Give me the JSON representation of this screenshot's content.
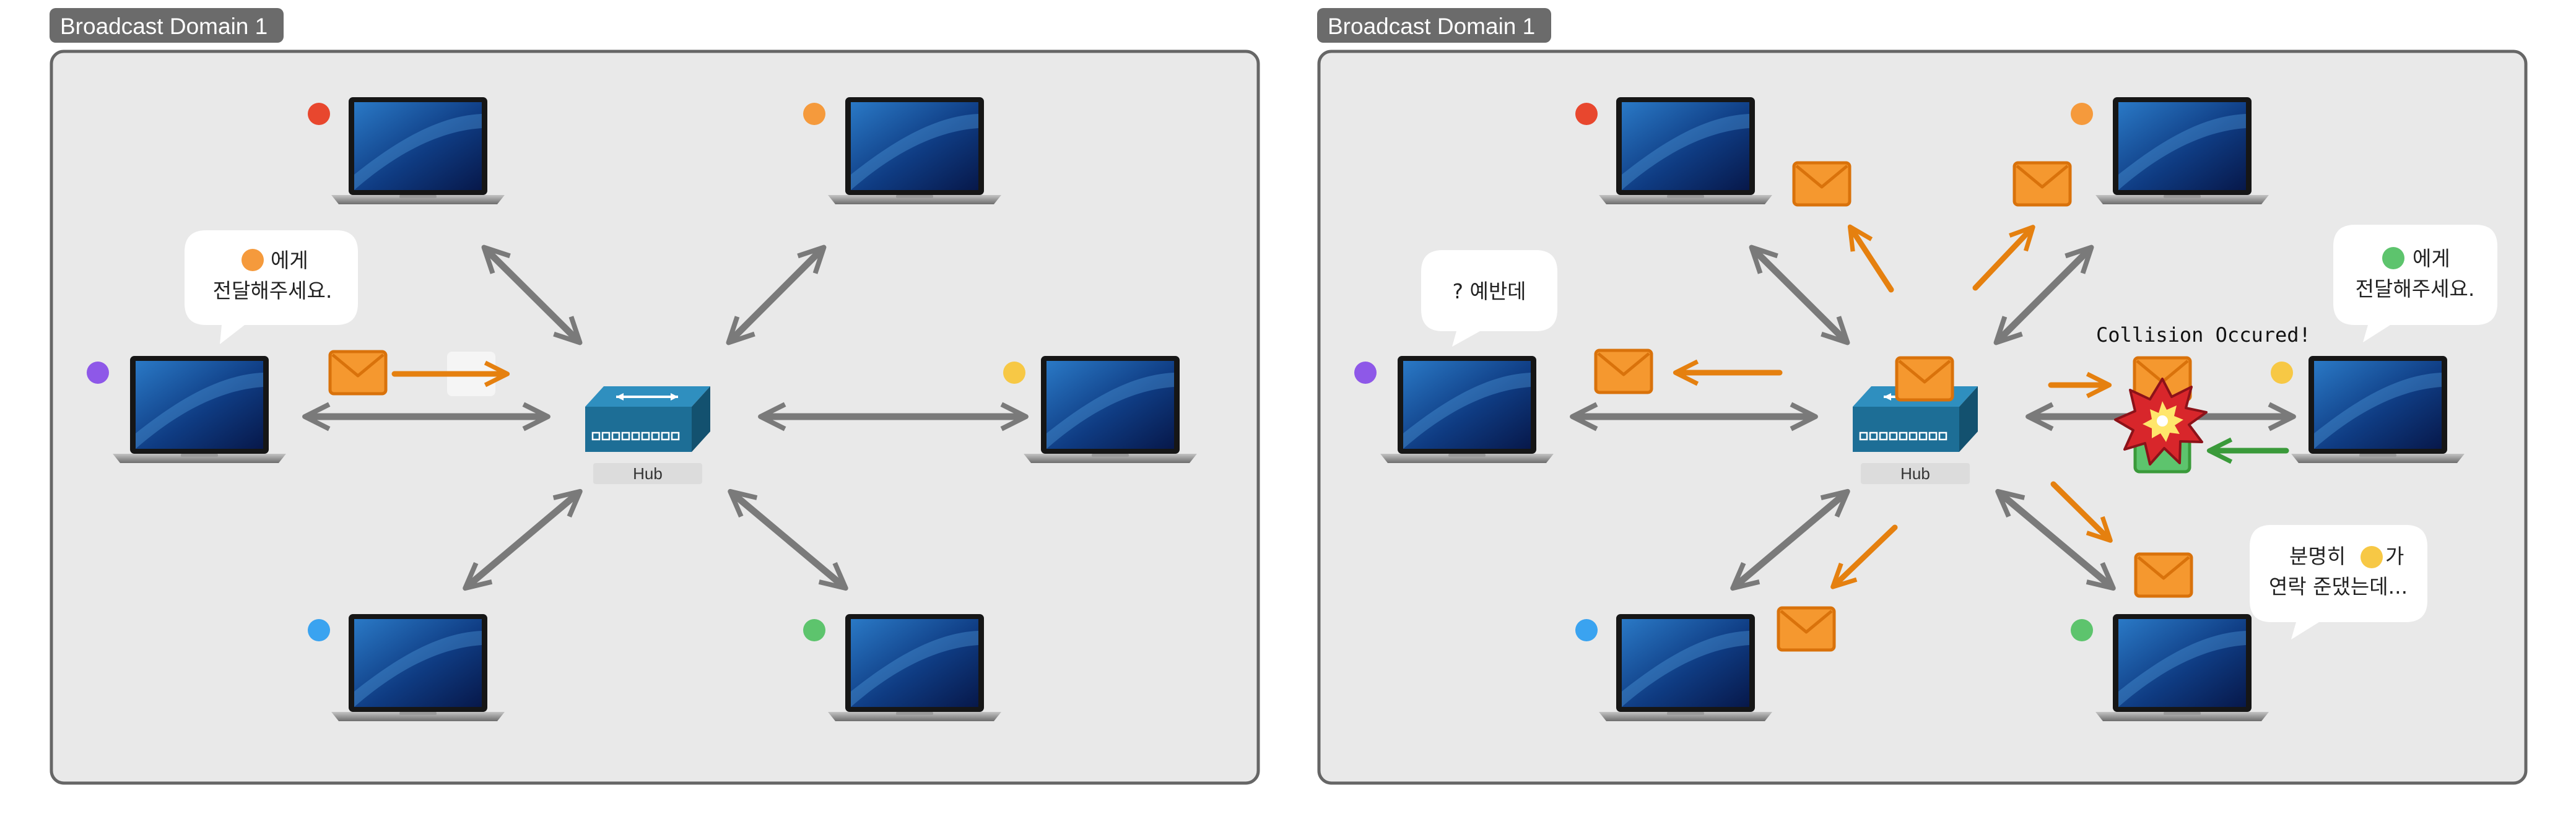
{
  "panels": [
    {
      "domain_label": "Broadcast Domain 1",
      "hub_label": "Hub",
      "bubbles": [
        {
          "lines": [
            "에게",
            "전달해주세요."
          ],
          "icon_color": "#f59a3c"
        }
      ]
    },
    {
      "domain_label": "Broadcast Domain 1",
      "hub_label": "Hub",
      "collision_label": "Collision Occured!",
      "bubbles": [
        {
          "lines": [
            "?  예반데"
          ]
        },
        {
          "lines": [
            "에게",
            "전달해주세요."
          ],
          "icon_color": "#5dc46d"
        },
        {
          "lines": [
            "분명히",
            "가",
            "연락 준댔는데..."
          ],
          "icon_color": "#f7c845"
        }
      ]
    }
  ],
  "host_colors": {
    "red": "#e8472e",
    "orange": "#f59a3c",
    "purple": "#8e58e8",
    "yellow": "#f7c845",
    "blue": "#3aa3f0",
    "green": "#5dc46d"
  },
  "colors": {
    "frame": "#f5982f",
    "frame_arrow": "#e5800f",
    "link": "#7a7a7a",
    "hub": "#1d6e96",
    "reply": "#3a9a3a",
    "collision": "#d8262b"
  },
  "icons": [
    "laptop-icon",
    "hub-icon",
    "envelope-icon",
    "collision-icon"
  ]
}
